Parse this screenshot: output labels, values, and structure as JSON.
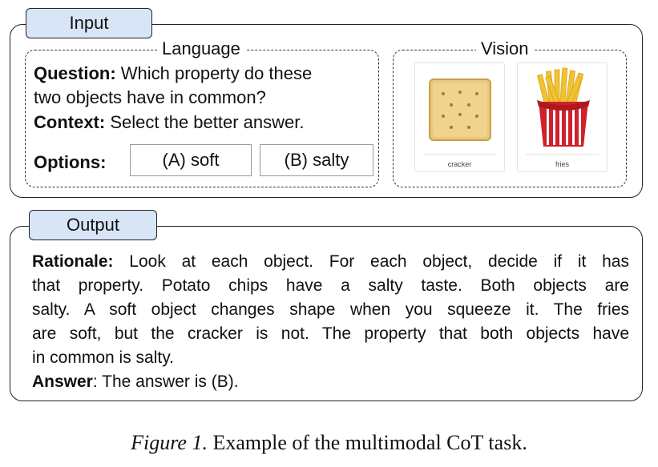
{
  "input": {
    "tab_label": "Input",
    "language": {
      "legend": "Language",
      "question_label": "Question:",
      "question_line1": "Which property do these",
      "question_line2": "two objects have in common?",
      "context_label": "Context:",
      "context_text": "Select the better answer.",
      "options_label": "Options:",
      "option_a": "(A) soft",
      "option_b": "(B) salty"
    },
    "vision": {
      "legend": "Vision",
      "images": [
        {
          "caption": "cracker",
          "icon": "cracker-image"
        },
        {
          "caption": "fries",
          "icon": "fries-image"
        }
      ]
    }
  },
  "output": {
    "tab_label": "Output",
    "rationale_label": "Rationale:",
    "rationale_lines": [
      "Look at each object. For each object, decide if it has",
      "that property. Potato chips have a salty taste. Both objects are",
      "salty. A soft object changes shape when you squeeze it. The fries",
      "are soft, but the cracker is not. The property that both objects have",
      "in common is salty."
    ],
    "answer_label": "Answer",
    "answer_text": ": The answer is (B)."
  },
  "caption": {
    "figure_label": "Figure 1.",
    "text": "Example of the multimodal CoT task."
  },
  "colors": {
    "tab_fill": "#d7e5f7",
    "cracker": "#e9c77a",
    "fries": "#f1c232",
    "fries_box": "#d0202a"
  }
}
